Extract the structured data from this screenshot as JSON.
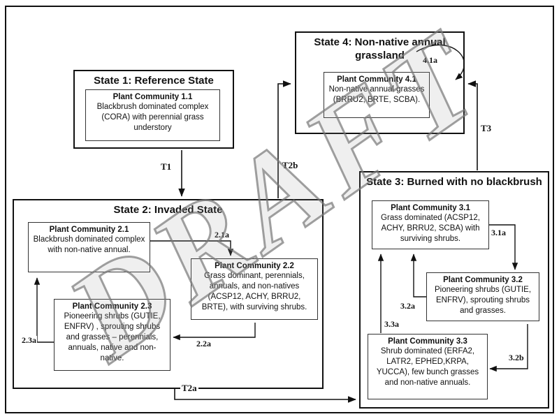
{
  "watermark": "DRAFT",
  "states": {
    "s1": {
      "title": "State 1: Reference State",
      "communities": [
        {
          "title": "Plant Community 1.1",
          "body": "Blackbrush dominated complex (CORA)  with perennial grass understory"
        }
      ]
    },
    "s2": {
      "title": "State 2: Invaded State",
      "communities": [
        {
          "title": "Plant Community 2.1",
          "body": "Blackbrush dominated complex with non-native annual."
        },
        {
          "title": "Plant Community 2.2",
          "body": "Grass dominant, perennials, annuals, and non-natives (ACSP12, ACHY, BRRU2, BRTE), with surviving shrubs."
        },
        {
          "title": "Plant Community 2.3",
          "body": "Pioneering shrubs (GUTIE, ENFRV) , sprouting shrubs and grasses – perennials, annuals, native and non-native."
        }
      ]
    },
    "s3": {
      "title": "State 3: Burned with no blackbrush",
      "communities": [
        {
          "title": "Plant Community 3.1",
          "body": "Grass dominated (ACSP12, ACHY,  BRRU2, SCBA) with surviving shrubs."
        },
        {
          "title": "Plant Community 3.2",
          "body": "Pioneering shrubs (GUTIE, ENFRV), sprouting shrubs and grasses."
        },
        {
          "title": "Plant Community 3.3",
          "body": "Shrub dominated (ERFA2, LATR2, EPHED,KRPA, YUCCA), few bunch grasses and non-native annuals."
        }
      ]
    },
    "s4": {
      "title": "State 4: Non-native  annual grassland",
      "communities": [
        {
          "title": "Plant Community 4.1",
          "body": "Non-native annual grasses (BRRU2, BRTE, SCBA)."
        }
      ]
    }
  },
  "transitions": {
    "t1": "T1",
    "t2a": "T2a",
    "t2b": "T2b",
    "t3": "T3",
    "a21a": "2.1a",
    "a22a": "2.2a",
    "a23a": "2.3a",
    "a31a": "3.1a",
    "a32a": "3.2a",
    "a33a": "3.3a",
    "a32b": "3.2b",
    "a41a": "4.1a"
  }
}
